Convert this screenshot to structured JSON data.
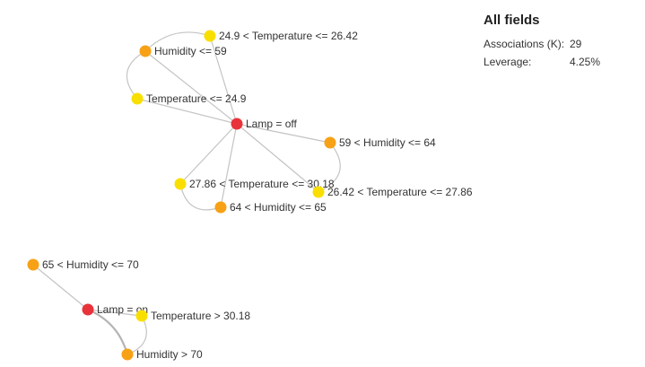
{
  "colors": {
    "consequent": "#e8333a",
    "orange_item": "#f7a116",
    "yellow_item": "#f9df00",
    "edge": "#c4c4c4"
  },
  "panel": {
    "title": "All fields",
    "associations_label": "Associations (K):",
    "associations_value": "29",
    "leverage_label": "Leverage:",
    "leverage_value": "4.25%"
  },
  "nodes": [
    {
      "id": "temp_24_26",
      "label": "24.9 < Temperature <= 26.42",
      "color": "yellow"
    },
    {
      "id": "hum_le_59",
      "label": "Humidity <= 59",
      "color": "orange"
    },
    {
      "id": "temp_le_24",
      "label": "Temperature <= 24.9",
      "color": "yellow"
    },
    {
      "id": "lamp_off",
      "label": "Lamp = off",
      "color": "red"
    },
    {
      "id": "hum_59_64",
      "label": "59 < Humidity <= 64",
      "color": "orange"
    },
    {
      "id": "temp_27_30",
      "label": "27.86 < Temperature <= 30.18",
      "color": "yellow"
    },
    {
      "id": "temp_26_27",
      "label": "26.42 < Temperature <= 27.86",
      "color": "yellow"
    },
    {
      "id": "hum_64_65",
      "label": "64 < Humidity <= 65",
      "color": "orange"
    },
    {
      "id": "hum_65_70",
      "label": "65 < Humidity <= 70",
      "color": "orange"
    },
    {
      "id": "lamp_on",
      "label": "Lamp = on",
      "color": "red"
    },
    {
      "id": "temp_gt_30",
      "label": "Temperature > 30.18",
      "color": "yellow"
    },
    {
      "id": "hum_gt_70",
      "label": "Humidity > 70",
      "color": "orange"
    }
  ],
  "edges": [
    {
      "from": "temp_24_26",
      "to": "hum_le_59"
    },
    {
      "from": "hum_le_59",
      "to": "temp_le_24"
    },
    {
      "from": "temp_24_26",
      "to": "lamp_off"
    },
    {
      "from": "hum_le_59",
      "to": "lamp_off"
    },
    {
      "from": "temp_le_24",
      "to": "lamp_off"
    },
    {
      "from": "lamp_off",
      "to": "hum_59_64"
    },
    {
      "from": "lamp_off",
      "to": "temp_27_30"
    },
    {
      "from": "lamp_off",
      "to": "temp_26_27"
    },
    {
      "from": "lamp_off",
      "to": "hum_64_65"
    },
    {
      "from": "hum_59_64",
      "to": "temp_26_27"
    },
    {
      "from": "temp_27_30",
      "to": "hum_64_65"
    },
    {
      "from": "hum_65_70",
      "to": "lamp_on"
    },
    {
      "from": "lamp_on",
      "to": "temp_gt_30"
    },
    {
      "from": "lamp_on",
      "to": "hum_gt_70",
      "strong": true
    },
    {
      "from": "temp_gt_30",
      "to": "hum_gt_70"
    }
  ]
}
